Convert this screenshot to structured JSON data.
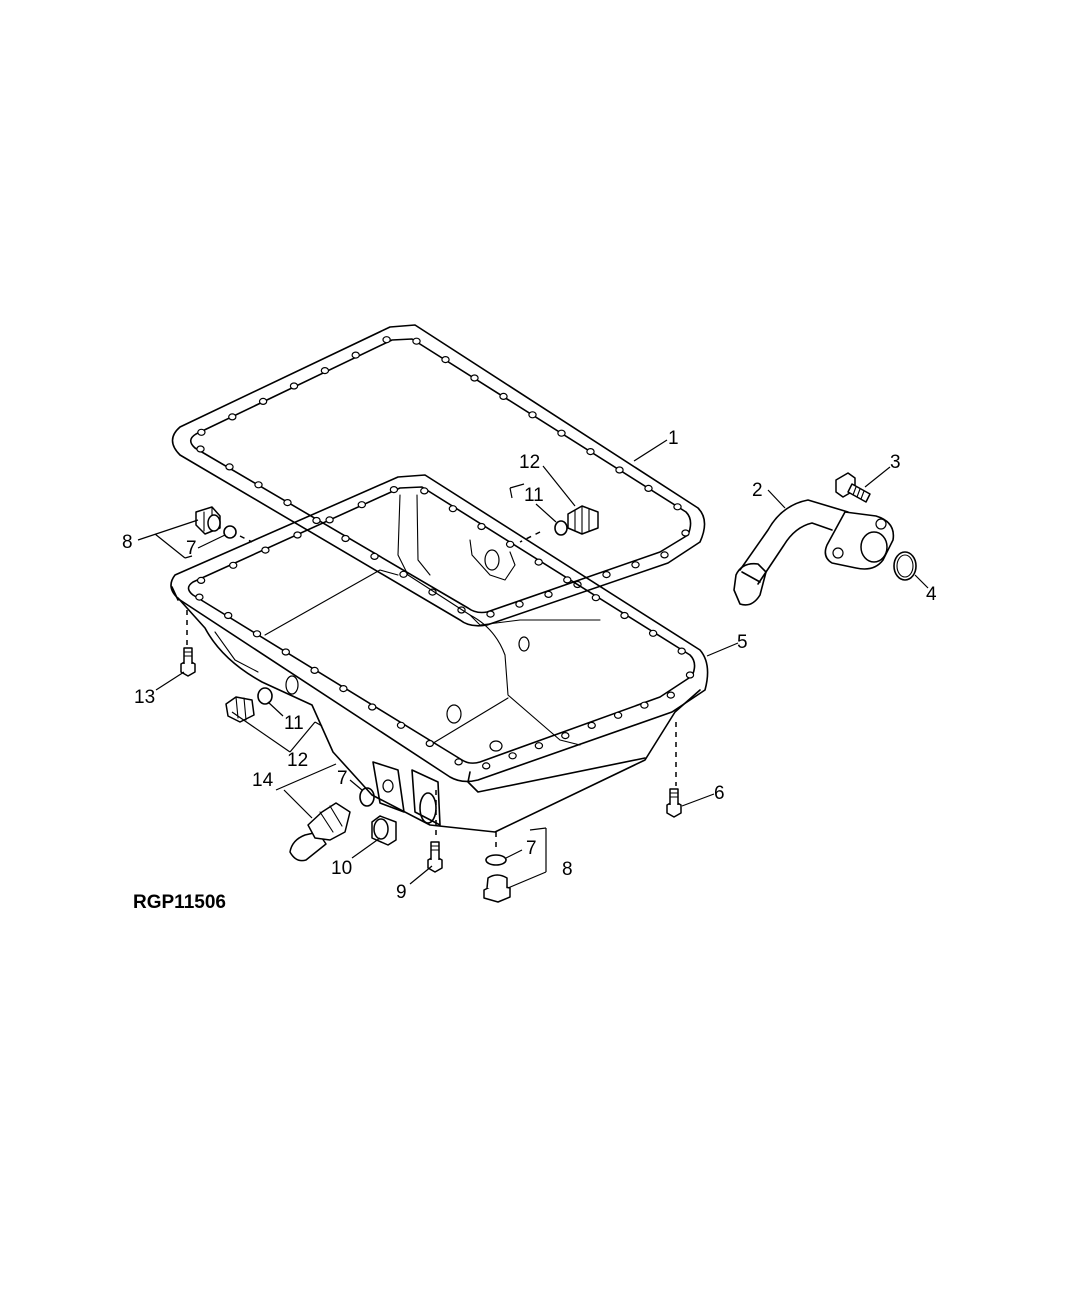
{
  "figure_id": "RGP11506",
  "callouts": [
    {
      "id": "c1",
      "label": "1"
    },
    {
      "id": "c2",
      "label": "2"
    },
    {
      "id": "c3",
      "label": "3"
    },
    {
      "id": "c4",
      "label": "4"
    },
    {
      "id": "c5",
      "label": "5"
    },
    {
      "id": "c6",
      "label": "6"
    },
    {
      "id": "c7a",
      "label": "7"
    },
    {
      "id": "c7b",
      "label": "7"
    },
    {
      "id": "c7c",
      "label": "7"
    },
    {
      "id": "c8a",
      "label": "8"
    },
    {
      "id": "c8b",
      "label": "8"
    },
    {
      "id": "c9",
      "label": "9"
    },
    {
      "id": "c10",
      "label": "10"
    },
    {
      "id": "c11a",
      "label": "11"
    },
    {
      "id": "c11b",
      "label": "11"
    },
    {
      "id": "c12a",
      "label": "12"
    },
    {
      "id": "c12b",
      "label": "12"
    },
    {
      "id": "c13",
      "label": "13"
    },
    {
      "id": "c14",
      "label": "14"
    }
  ]
}
